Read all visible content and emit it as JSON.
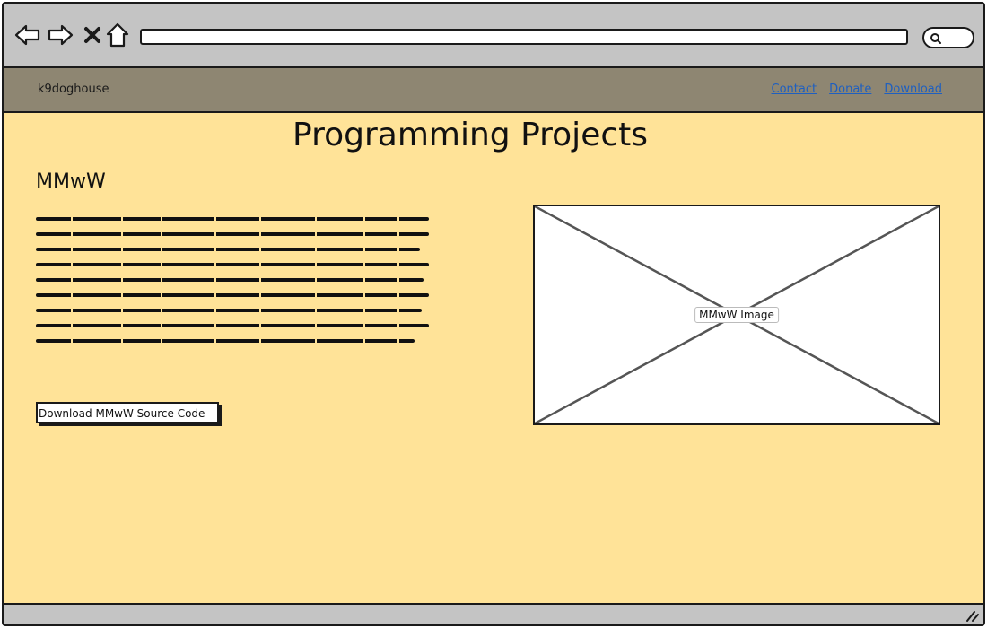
{
  "site": {
    "brand": "k9doghouse",
    "links": [
      "Contact",
      "Donate",
      "Download"
    ]
  },
  "page": {
    "title": "Programming Projects"
  },
  "project": {
    "title": "MMwW",
    "download_label": "Download MMwW Source Code",
    "image_label": "MMwW Image"
  },
  "colors": {
    "page_bg": "#ffe398",
    "nav_bg": "#8e8672",
    "chrome_bg": "#c4c4c4",
    "link": "#1e5fc0"
  },
  "icons": {
    "back": "arrow-left-icon",
    "forward": "arrow-right-icon",
    "close": "close-icon",
    "home": "home-icon",
    "search": "search-icon",
    "resize": "resize-grip-icon"
  }
}
